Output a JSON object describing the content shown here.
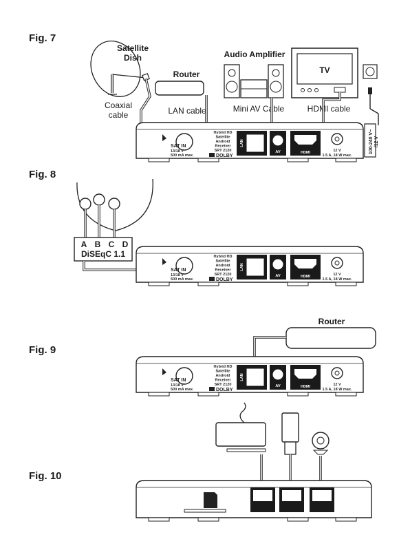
{
  "figures": {
    "fig7": {
      "label": "Fig. 7",
      "components": {
        "dish": "Satellite\nDish",
        "coax": "Coaxial\ncable",
        "router": "Router",
        "lan_cable": "LAN cable",
        "amplifier": "Audio Amplifier",
        "mini_av": "Mini AV Cable",
        "tv": "TV",
        "hdmi_cable": "HDMI cable",
        "power": "100-240 V~\n/12 V"
      }
    },
    "fig8": {
      "label": "Fig. 8",
      "diseqc_ports": [
        "A",
        "B",
        "C",
        "D"
      ],
      "diseqc": "DiSEqC 1.1"
    },
    "fig9": {
      "label": "Fig. 9",
      "router": "Router"
    },
    "fig10": {
      "label": "Fig. 10"
    }
  },
  "receiver": {
    "sat_in": "SAT IN",
    "sat_spec1": "13/18 V",
    "sat_spec2": "500 mA max.",
    "model": "Hybrid HD\nSatellite\nAndroid\nReceiver\nSRT 2120",
    "dolby": "DOLBY",
    "lan": "LAN",
    "av": "AV",
    "hdmi": "HDMI",
    "dc1": "12 V",
    "dc2": "1.5 A, 18 W max."
  }
}
